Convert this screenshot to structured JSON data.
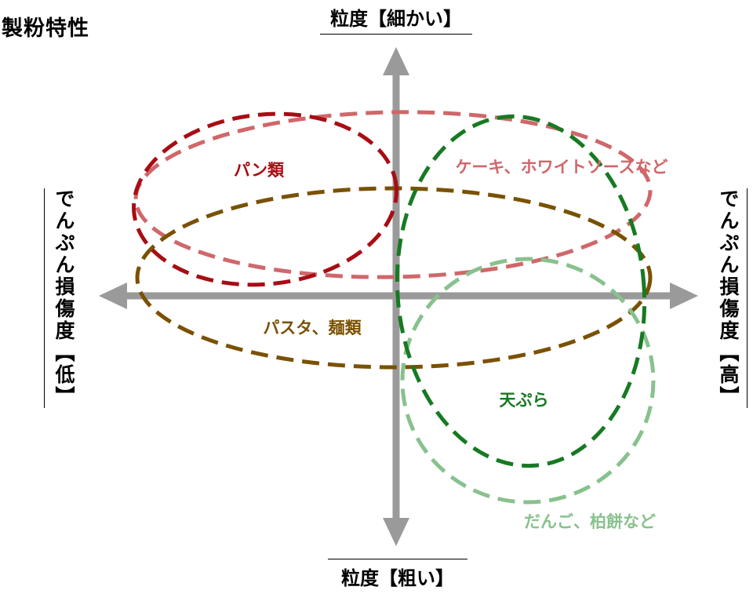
{
  "title": "製粉特性",
  "axes": {
    "top": "粒度【細かい】",
    "bottom": "粒度【粗い】",
    "left": "でんぷん損傷度【低】",
    "right": "でんぷん損傷度【高】"
  },
  "groups": [
    {
      "label": "パン類",
      "color": "#a80d14"
    },
    {
      "label": "ケーキ、ホワイトソースなど",
      "color": "#d0676a"
    },
    {
      "label": "パスタ、麺類",
      "color": "#7a5100"
    },
    {
      "label": "天ぷら",
      "color": "#177a23"
    },
    {
      "label": "だんご、柏餅など",
      "color": "#88c18e"
    }
  ],
  "axis_color": "#9a9a9a"
}
